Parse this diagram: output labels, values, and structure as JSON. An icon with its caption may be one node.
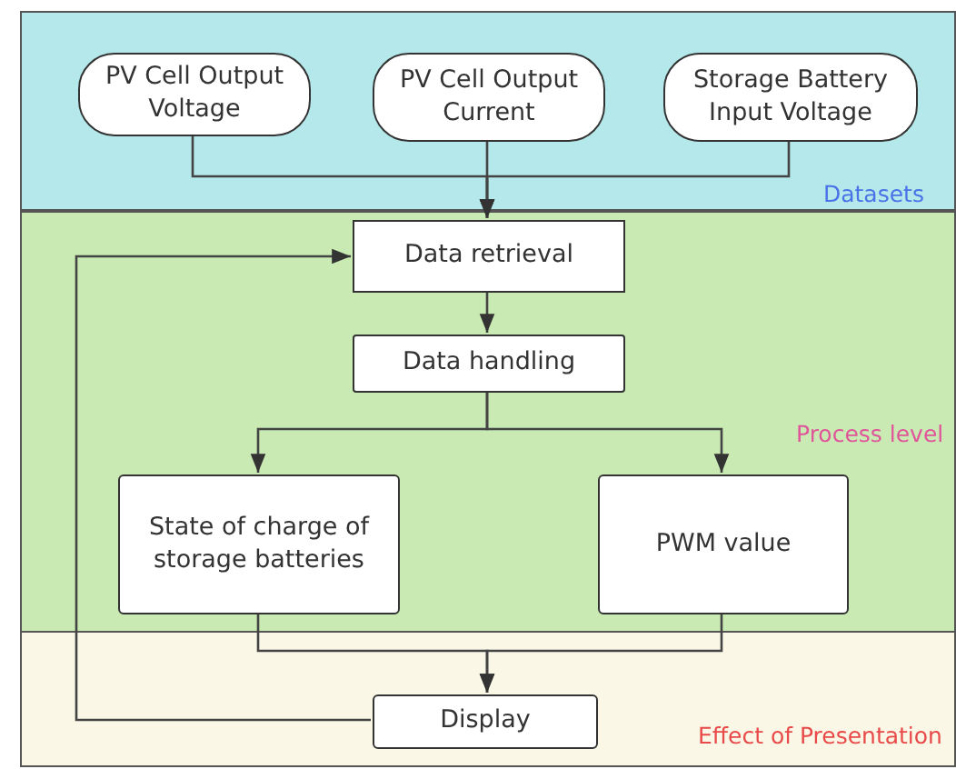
{
  "diagram": {
    "nodes": [
      {
        "text": [
          "Datasets"
        ]
      },
      {
        "text": [
          "PV Cell Output Voltage"
        ],
        "in": 0
      },
      {
        "text": [
          "PV Cell Output Current"
        ],
        "in": 0
      },
      {
        "text": [
          "Storage Battery Input Voltage"
        ],
        "in": 0
      },
      {
        "text": [
          "Process level"
        ]
      },
      {
        "text": [
          "Data retrieval"
        ],
        "in": 4
      },
      {
        "text": [
          "Data handling"
        ],
        "in": 4
      },
      {
        "text": [
          "State of charge of storage batteries"
        ],
        "in": 4
      },
      {
        "text": [
          "PWM value"
        ],
        "in": 4
      },
      {
        "text": [
          "Effect of Presentation"
        ]
      },
      {
        "text": [
          "Display"
        ],
        "in": 9
      }
    ],
    "edges": [
      {
        "from": 1,
        "to": 5,
        "arrow": "to"
      },
      {
        "from": 2,
        "to": 5,
        "arrow": "to"
      },
      {
        "from": 3,
        "to": 5,
        "arrow": "to"
      },
      {
        "from": 5,
        "to": 6,
        "arrow": "to"
      },
      {
        "from": 6,
        "to": 7,
        "arrow": "to"
      },
      {
        "from": 6,
        "to": 8,
        "arrow": "to"
      },
      {
        "from": 7,
        "to": 10,
        "arrow": "to"
      },
      {
        "from": 8,
        "to": 10,
        "arrow": "to"
      },
      {
        "from": 10,
        "to": 5,
        "arrow": "to"
      }
    ]
  }
}
